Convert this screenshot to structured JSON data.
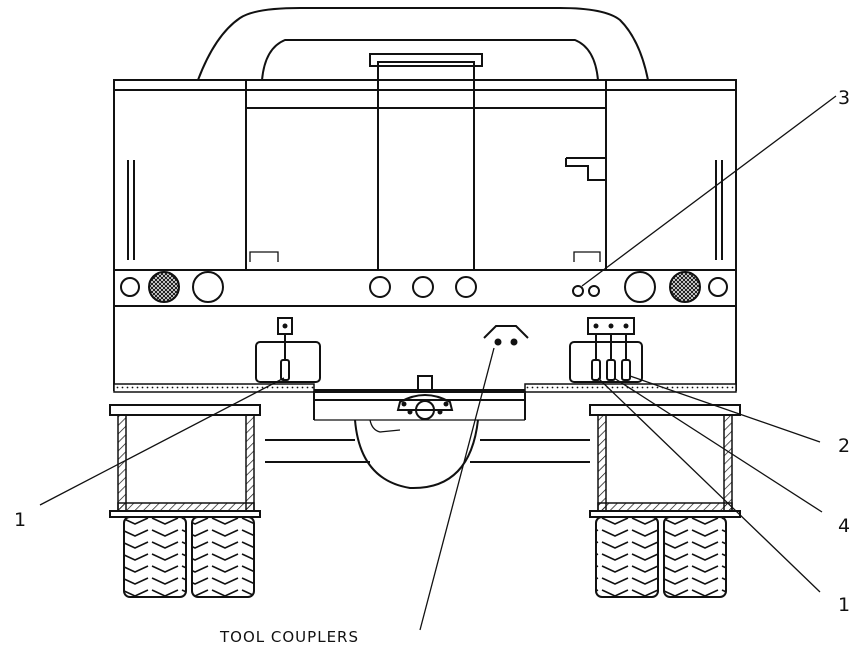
{
  "callouts": {
    "c1_left": "1",
    "c1_right": "1",
    "c2": "2",
    "c3": "3",
    "c4": "4"
  },
  "caption": "TOOL COUPLERS",
  "colors": {
    "line": "#111111",
    "background": "#ffffff"
  }
}
